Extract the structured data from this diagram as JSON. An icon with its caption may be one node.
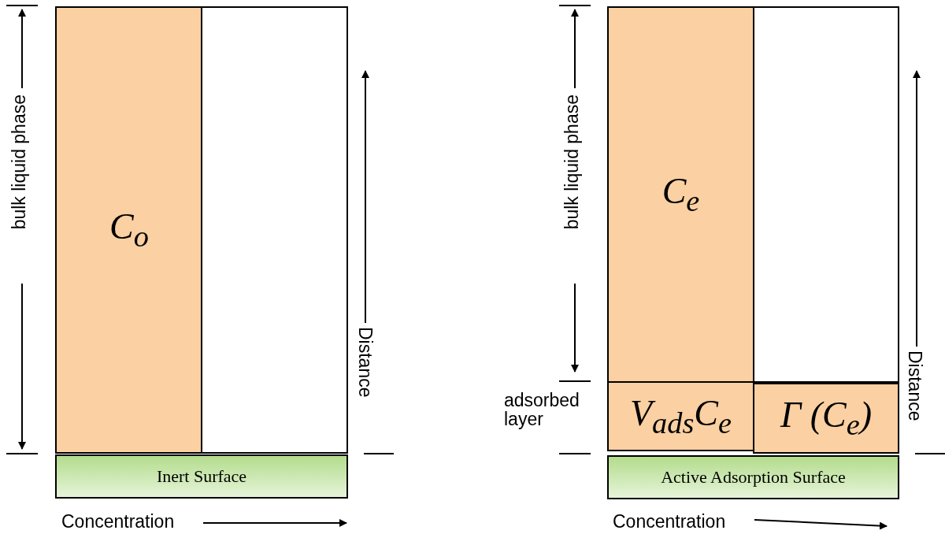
{
  "diagram": {
    "nodes": [
      {
        "text": [
          "C$_{o}$"
        ]
      },
      {
        "text": [],
        "shape": "box"
      },
      {
        "text": [
          "Inert Surface"
        ]
      },
      {
        "text": [
          "C$_{e}$"
        ]
      },
      {
        "text": [],
        "shape": "box"
      },
      {
        "text": [
          "V$_{ads}$C$_{e}$"
        ]
      },
      {
        "text": [
          "Γ (C$_{e}$)"
        ]
      },
      {
        "text": [
          "Active Adsorption Surface"
        ]
      }
    ],
    "edges": [],
    "labels": [
      "bulk liquid phase",
      "Distance",
      "Concentration",
      "bulk liquid phase",
      "adsorbed layer",
      "Distance",
      "Concentration"
    ]
  }
}
